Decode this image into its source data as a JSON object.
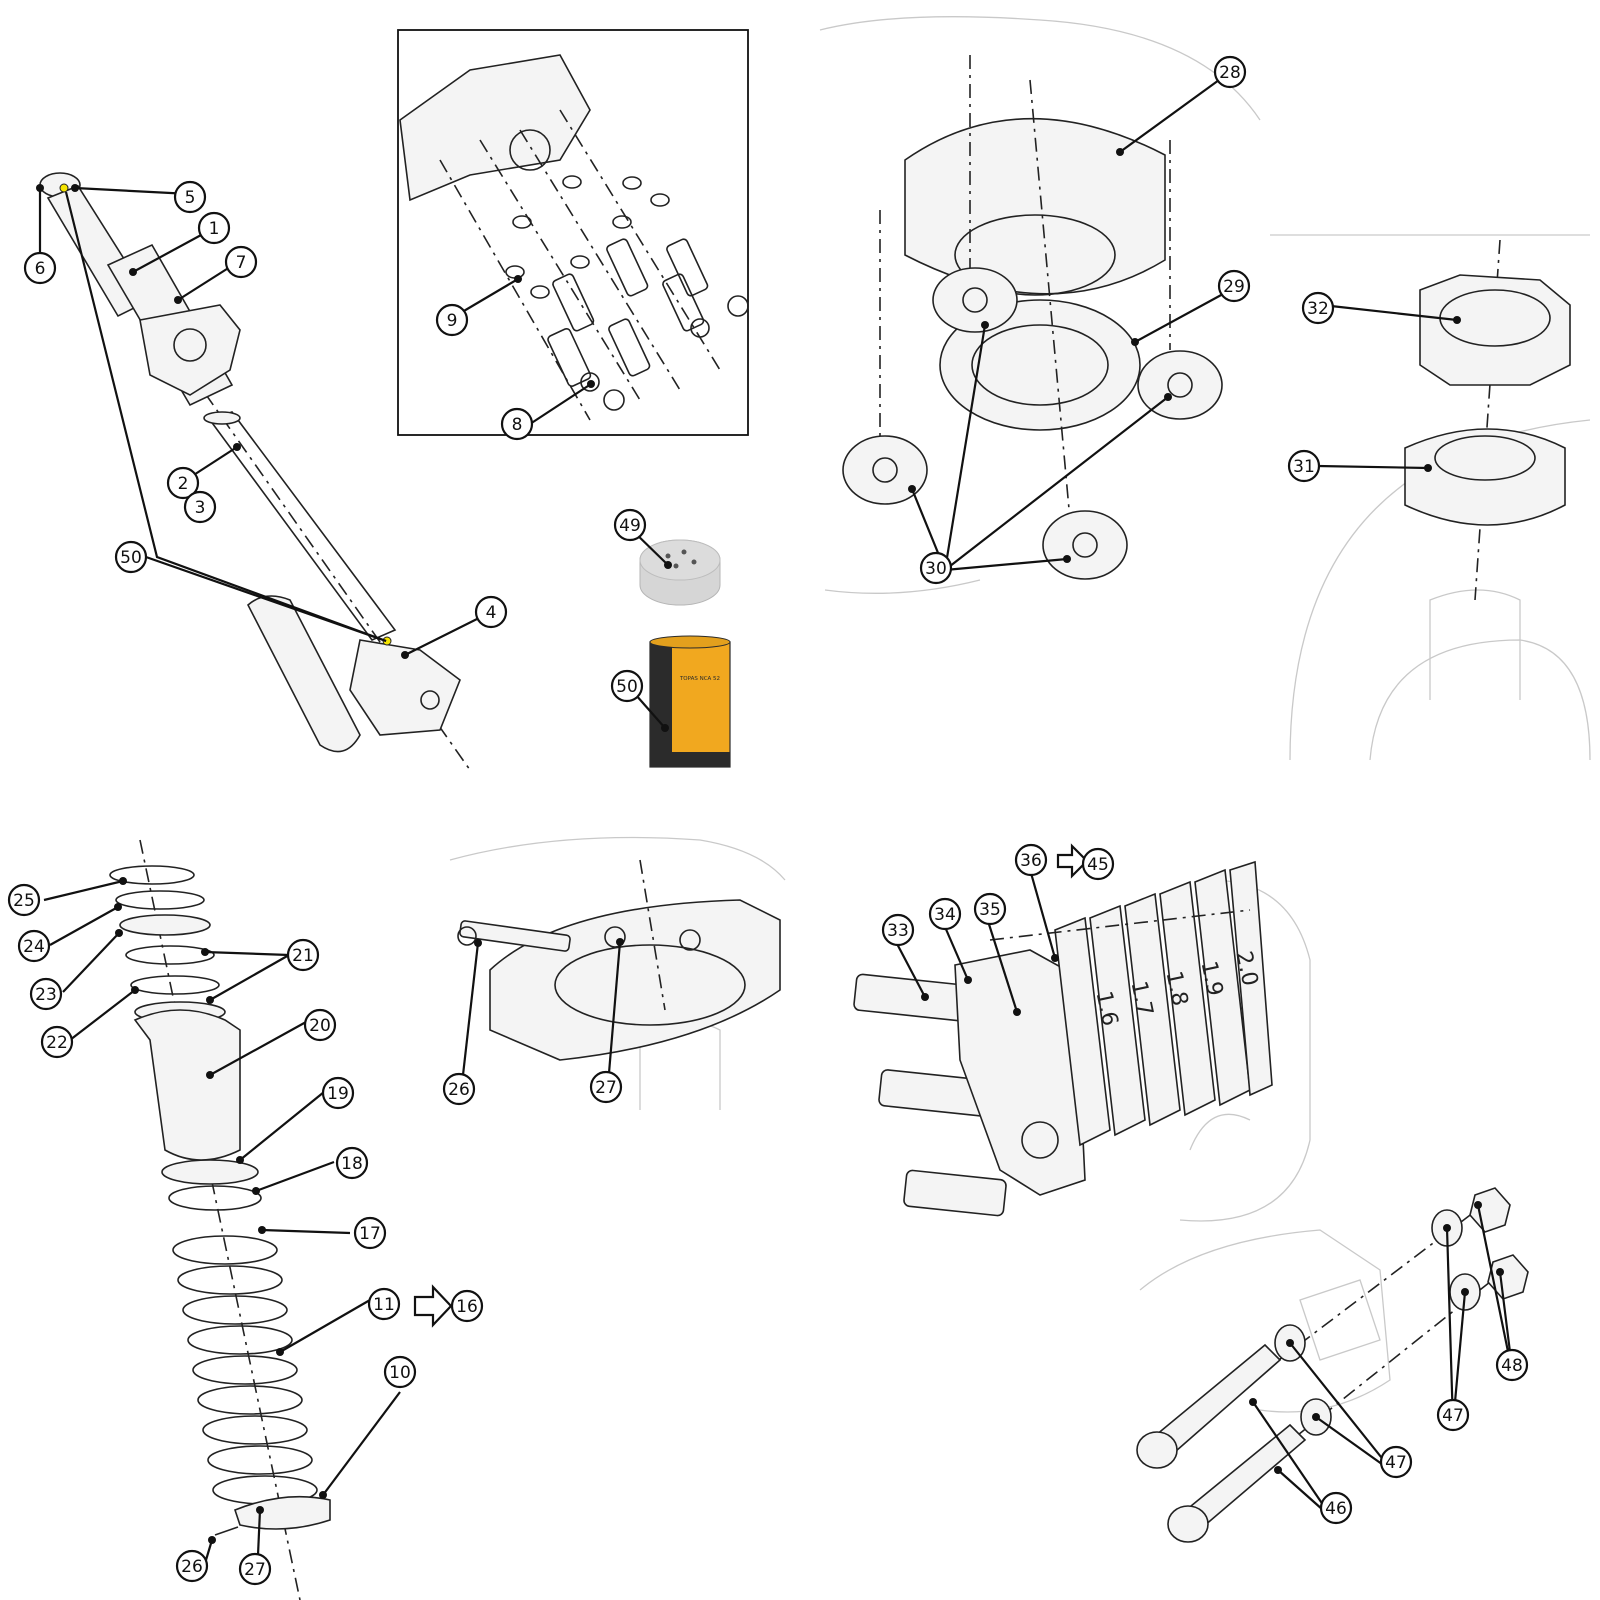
{
  "callouts": [
    {
      "id": "c1",
      "label": "1"
    },
    {
      "id": "c2",
      "label": "2"
    },
    {
      "id": "c3",
      "label": "3"
    },
    {
      "id": "c4",
      "label": "4"
    },
    {
      "id": "c5",
      "label": "5"
    },
    {
      "id": "c6",
      "label": "6"
    },
    {
      "id": "c7",
      "label": "7"
    },
    {
      "id": "c8",
      "label": "8"
    },
    {
      "id": "c9",
      "label": "9"
    },
    {
      "id": "c10",
      "label": "10"
    },
    {
      "id": "c11",
      "label": "11"
    },
    {
      "id": "c16",
      "label": "16"
    },
    {
      "id": "c17",
      "label": "17"
    },
    {
      "id": "c18",
      "label": "18"
    },
    {
      "id": "c19",
      "label": "19"
    },
    {
      "id": "c20",
      "label": "20"
    },
    {
      "id": "c21",
      "label": "21"
    },
    {
      "id": "c22",
      "label": "22"
    },
    {
      "id": "c23",
      "label": "23"
    },
    {
      "id": "c24",
      "label": "24"
    },
    {
      "id": "c25",
      "label": "25"
    },
    {
      "id": "c26a",
      "label": "26"
    },
    {
      "id": "c27a",
      "label": "27"
    },
    {
      "id": "c26b",
      "label": "26"
    },
    {
      "id": "c27b",
      "label": "27"
    },
    {
      "id": "c28",
      "label": "28"
    },
    {
      "id": "c29",
      "label": "29"
    },
    {
      "id": "c30",
      "label": "30"
    },
    {
      "id": "c31",
      "label": "31"
    },
    {
      "id": "c32",
      "label": "32"
    },
    {
      "id": "c33",
      "label": "33"
    },
    {
      "id": "c34",
      "label": "34"
    },
    {
      "id": "c35",
      "label": "35"
    },
    {
      "id": "c36",
      "label": "36"
    },
    {
      "id": "c45",
      "label": "45"
    },
    {
      "id": "c46",
      "label": "46"
    },
    {
      "id": "c47a",
      "label": "47"
    },
    {
      "id": "c47b",
      "label": "47"
    },
    {
      "id": "c48",
      "label": "48"
    },
    {
      "id": "c49",
      "label": "49"
    },
    {
      "id": "c50a",
      "label": "50"
    },
    {
      "id": "c50b",
      "label": "50"
    }
  ],
  "shim_numbers": [
    "1.6",
    "1.7",
    "1.8",
    "1.9",
    "2.0"
  ],
  "grease_can_text": "TOPAS NCA 52",
  "colors": {
    "grease_can": "#f1a81f",
    "grease_label_dark": "#2b2b2b",
    "ink": "#111111",
    "highlight_dot": "#f5e400"
  }
}
